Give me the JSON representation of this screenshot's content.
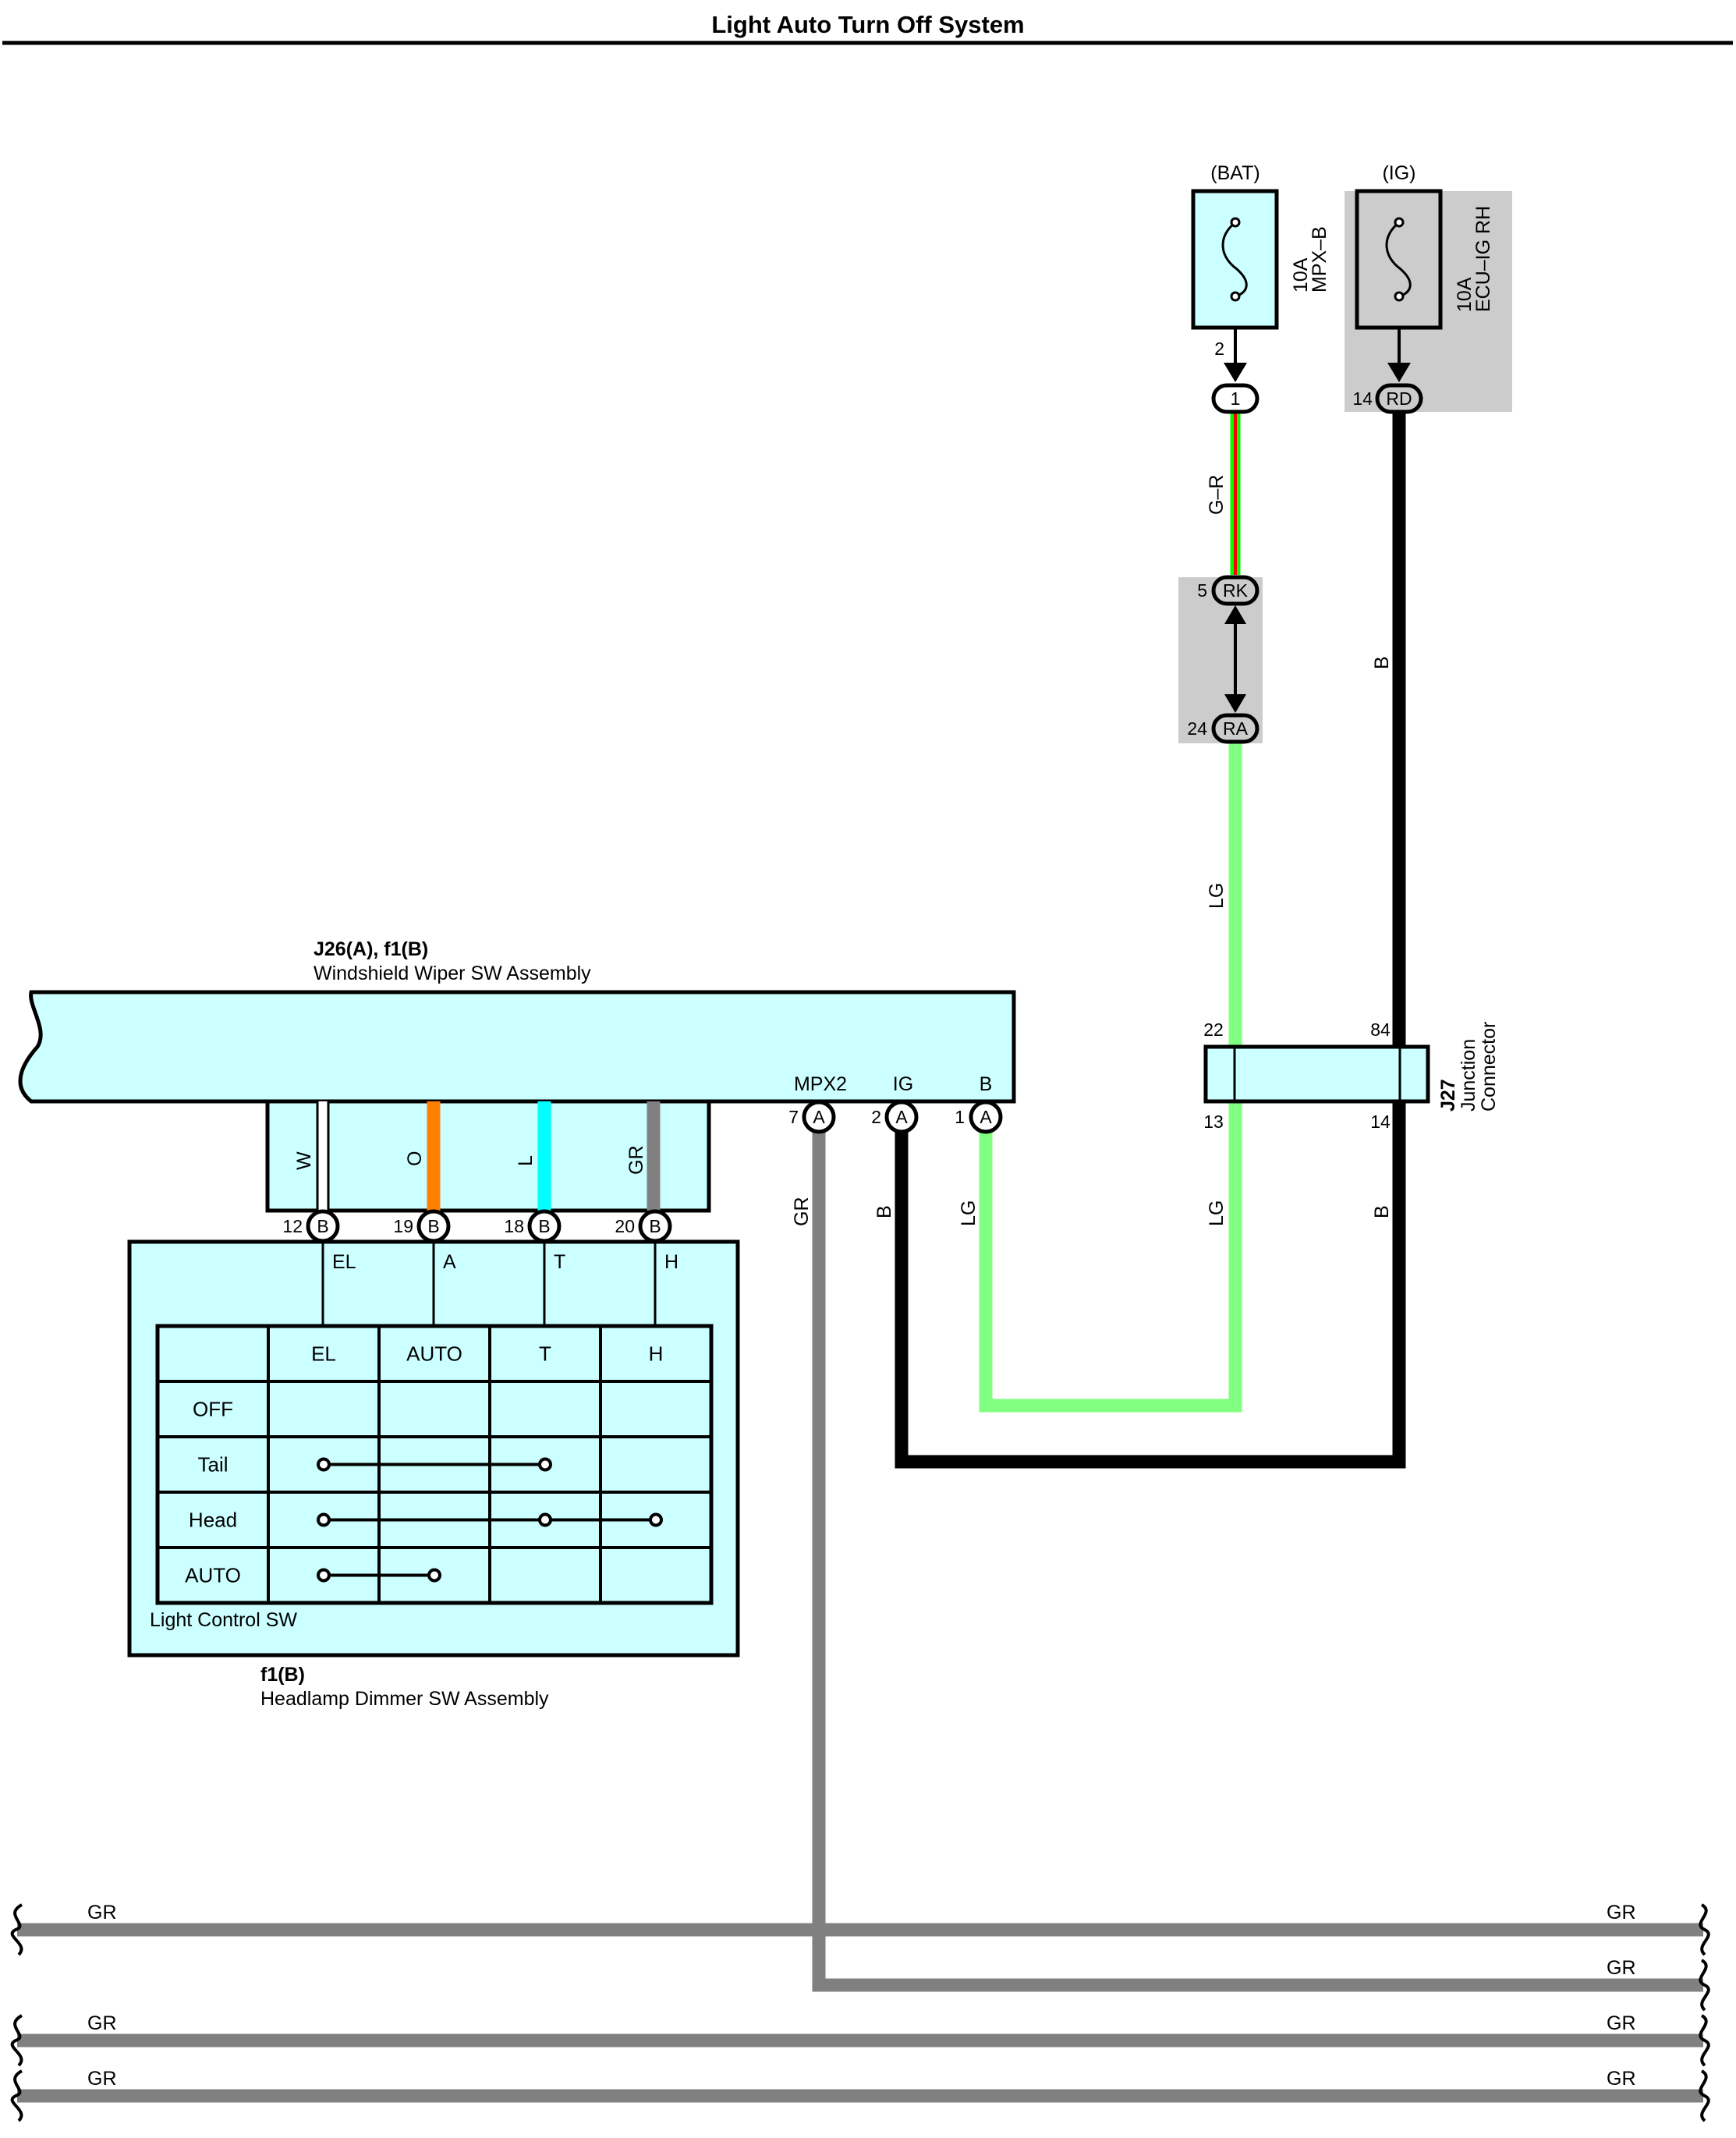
{
  "title": "Light Auto Turn Off System",
  "colors": {
    "component_fill": "#ccffff",
    "shade": "#cccccc",
    "wire_gr": "#808080",
    "wire_lg": "#80ff80",
    "wire_b": "#000000",
    "wire_o": "#ff8000",
    "wire_l": "#00ffff",
    "wire_g": "#00ff00",
    "wire_r": "#ff0000"
  },
  "fuses": {
    "bat": {
      "supply": "(BAT)",
      "amp": "10A",
      "name": "MPX–B",
      "pin": "2",
      "connector": "1"
    },
    "ig": {
      "supply": "(IG)",
      "amp": "10A",
      "name": "ECU–IG RH",
      "pin": "14",
      "connector": "RD"
    }
  },
  "junction_rk_ra": {
    "top_pin": "5",
    "top_connector": "RK",
    "bottom_pin": "24",
    "bottom_connector": "RA"
  },
  "junction_connector": {
    "id": "J27",
    "line1": "Junction",
    "line2": "Connector",
    "pin_tl": "22",
    "pin_tr": "84",
    "pin_bl": "13",
    "pin_br": "14"
  },
  "wiper_sw": {
    "id": "J26(A), f1(B)",
    "name": "Windshield Wiper SW Assembly",
    "terminals": [
      {
        "label": "MPX2",
        "pin": "7",
        "connector": "A"
      },
      {
        "label": "IG",
        "pin": "2",
        "connector": "A"
      },
      {
        "label": "B",
        "pin": "1",
        "connector": "A"
      }
    ],
    "inner_wires": [
      "W",
      "O",
      "L",
      "GR"
    ],
    "bottom_pins": [
      {
        "pin": "12",
        "connector": "B",
        "terminal": "EL"
      },
      {
        "pin": "19",
        "connector": "B",
        "terminal": "A"
      },
      {
        "pin": "18",
        "connector": "B",
        "terminal": "T"
      },
      {
        "pin": "20",
        "connector": "B",
        "terminal": "H"
      }
    ]
  },
  "dimmer_sw": {
    "id": "f1(B)",
    "name": "Headlamp Dimmer SW Assembly",
    "switch_name": "Light Control SW",
    "columns": [
      "EL",
      "AUTO",
      "T",
      "H"
    ],
    "rows": [
      {
        "label": "OFF",
        "from": null,
        "to": null,
        "dots": []
      },
      {
        "label": "Tail",
        "from": 0,
        "to": 2,
        "dots": [
          0,
          2
        ]
      },
      {
        "label": "Head",
        "from": 0,
        "to": 3,
        "dots": [
          0,
          2,
          3
        ]
      },
      {
        "label": "AUTO",
        "from": 0,
        "to": 1,
        "dots": [
          0,
          1
        ]
      }
    ]
  },
  "wire_labels": {
    "g_r": "G–R",
    "lg_upper": "LG",
    "b_right_upper": "B",
    "gr_mpx2": "GR",
    "b_ig": "B",
    "lg_b": "LG",
    "lg_13": "LG",
    "b_14": "B"
  },
  "bus_lines": [
    {
      "left": "GR",
      "right": "GR"
    },
    {
      "left": "",
      "right": "GR"
    },
    {
      "left": "GR",
      "right": "GR"
    },
    {
      "left": "GR",
      "right": "GR"
    }
  ]
}
